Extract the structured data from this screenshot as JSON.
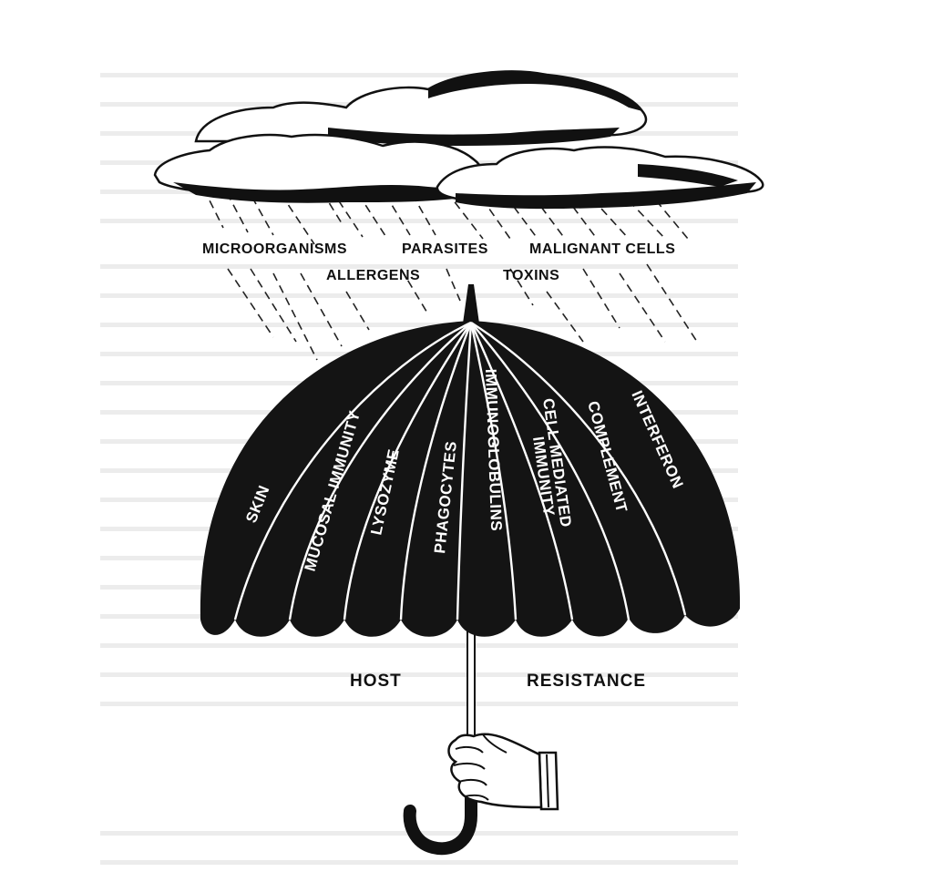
{
  "threats": {
    "top_row": [
      "MICROORGANISMS",
      "PARASITES",
      "MALIGNANT CELLS"
    ],
    "second_row": [
      "ALLERGENS",
      "TOXINS"
    ]
  },
  "segments": [
    "SKIN",
    "MUCOSAL IMMUNITY",
    "LYSOZYME",
    "PHAGOCYTES",
    "IMMUNOGLOBULINS",
    "CELL MEDIATED",
    "IMMUNITY",
    "COMPLEMENT",
    "INTERFERON"
  ],
  "caption": {
    "left": "HOST",
    "right": "RESISTANCE"
  },
  "colors": {
    "canopy": "#141414",
    "ink": "#111111",
    "cloud_fill": "#ffffff",
    "background_text": "#c9c9c9"
  },
  "icons": [
    "cloud-icon",
    "rain-icon",
    "umbrella-icon",
    "hand-icon"
  ]
}
